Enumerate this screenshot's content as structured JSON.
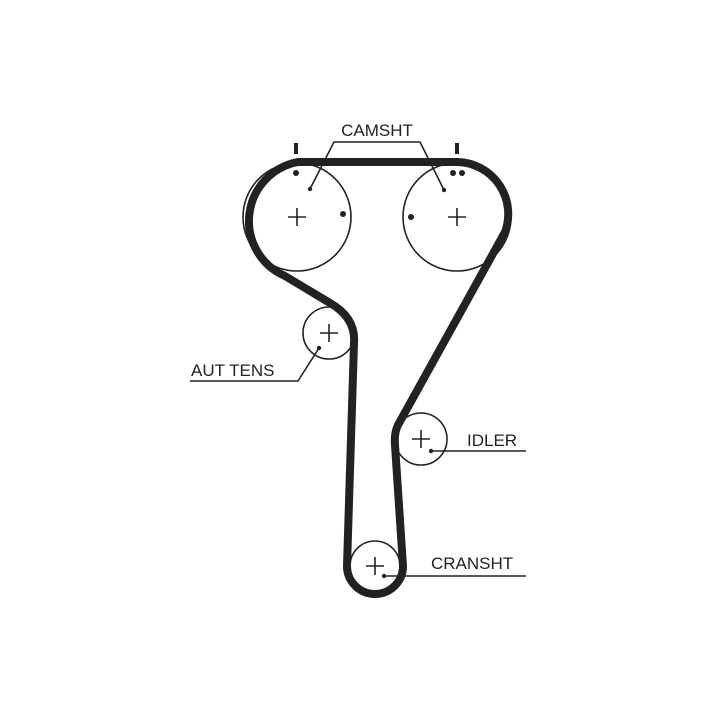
{
  "diagram": {
    "labels": {
      "camshaft": "CAMSHT",
      "tensioner": "AUT TENS",
      "idler": "IDLER",
      "crankshaft": "CRANSHT"
    },
    "colors": {
      "ink": "#222222",
      "background": "#ffffff"
    }
  }
}
